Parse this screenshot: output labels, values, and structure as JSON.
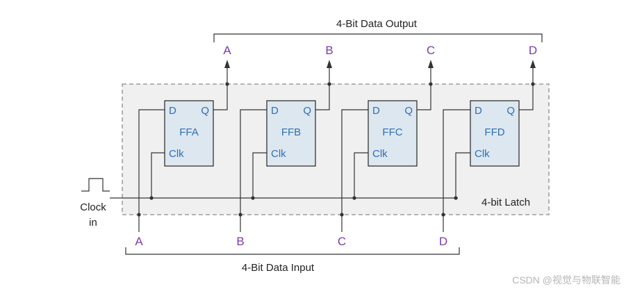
{
  "diagram": {
    "output_label": "4-Bit Data Output",
    "input_label": "4-Bit Data Input",
    "latch_label": "4-bit Latch",
    "clock_label_line1": "Clock",
    "clock_label_line2": "in",
    "outputs": [
      "A",
      "B",
      "C",
      "D"
    ],
    "inputs": [
      "A",
      "B",
      "C",
      "D"
    ],
    "flip_flops": [
      {
        "name": "FFA",
        "d": "D",
        "q": "Q",
        "clk": "Clk"
      },
      {
        "name": "FFB",
        "d": "D",
        "q": "Q",
        "clk": "Clk"
      },
      {
        "name": "FFC",
        "d": "D",
        "q": "Q",
        "clk": "Clk"
      },
      {
        "name": "FFD",
        "d": "D",
        "q": "Q",
        "clk": "Clk"
      }
    ]
  },
  "colors": {
    "io_label": "#7b3aa6",
    "ff_text": "#2f6fb3",
    "ff_fill": "#dde7f0",
    "latch_fill": "#f0f0f0",
    "latch_border": "#8c8c8c"
  },
  "watermark": "CSDN @视觉与物联智能"
}
